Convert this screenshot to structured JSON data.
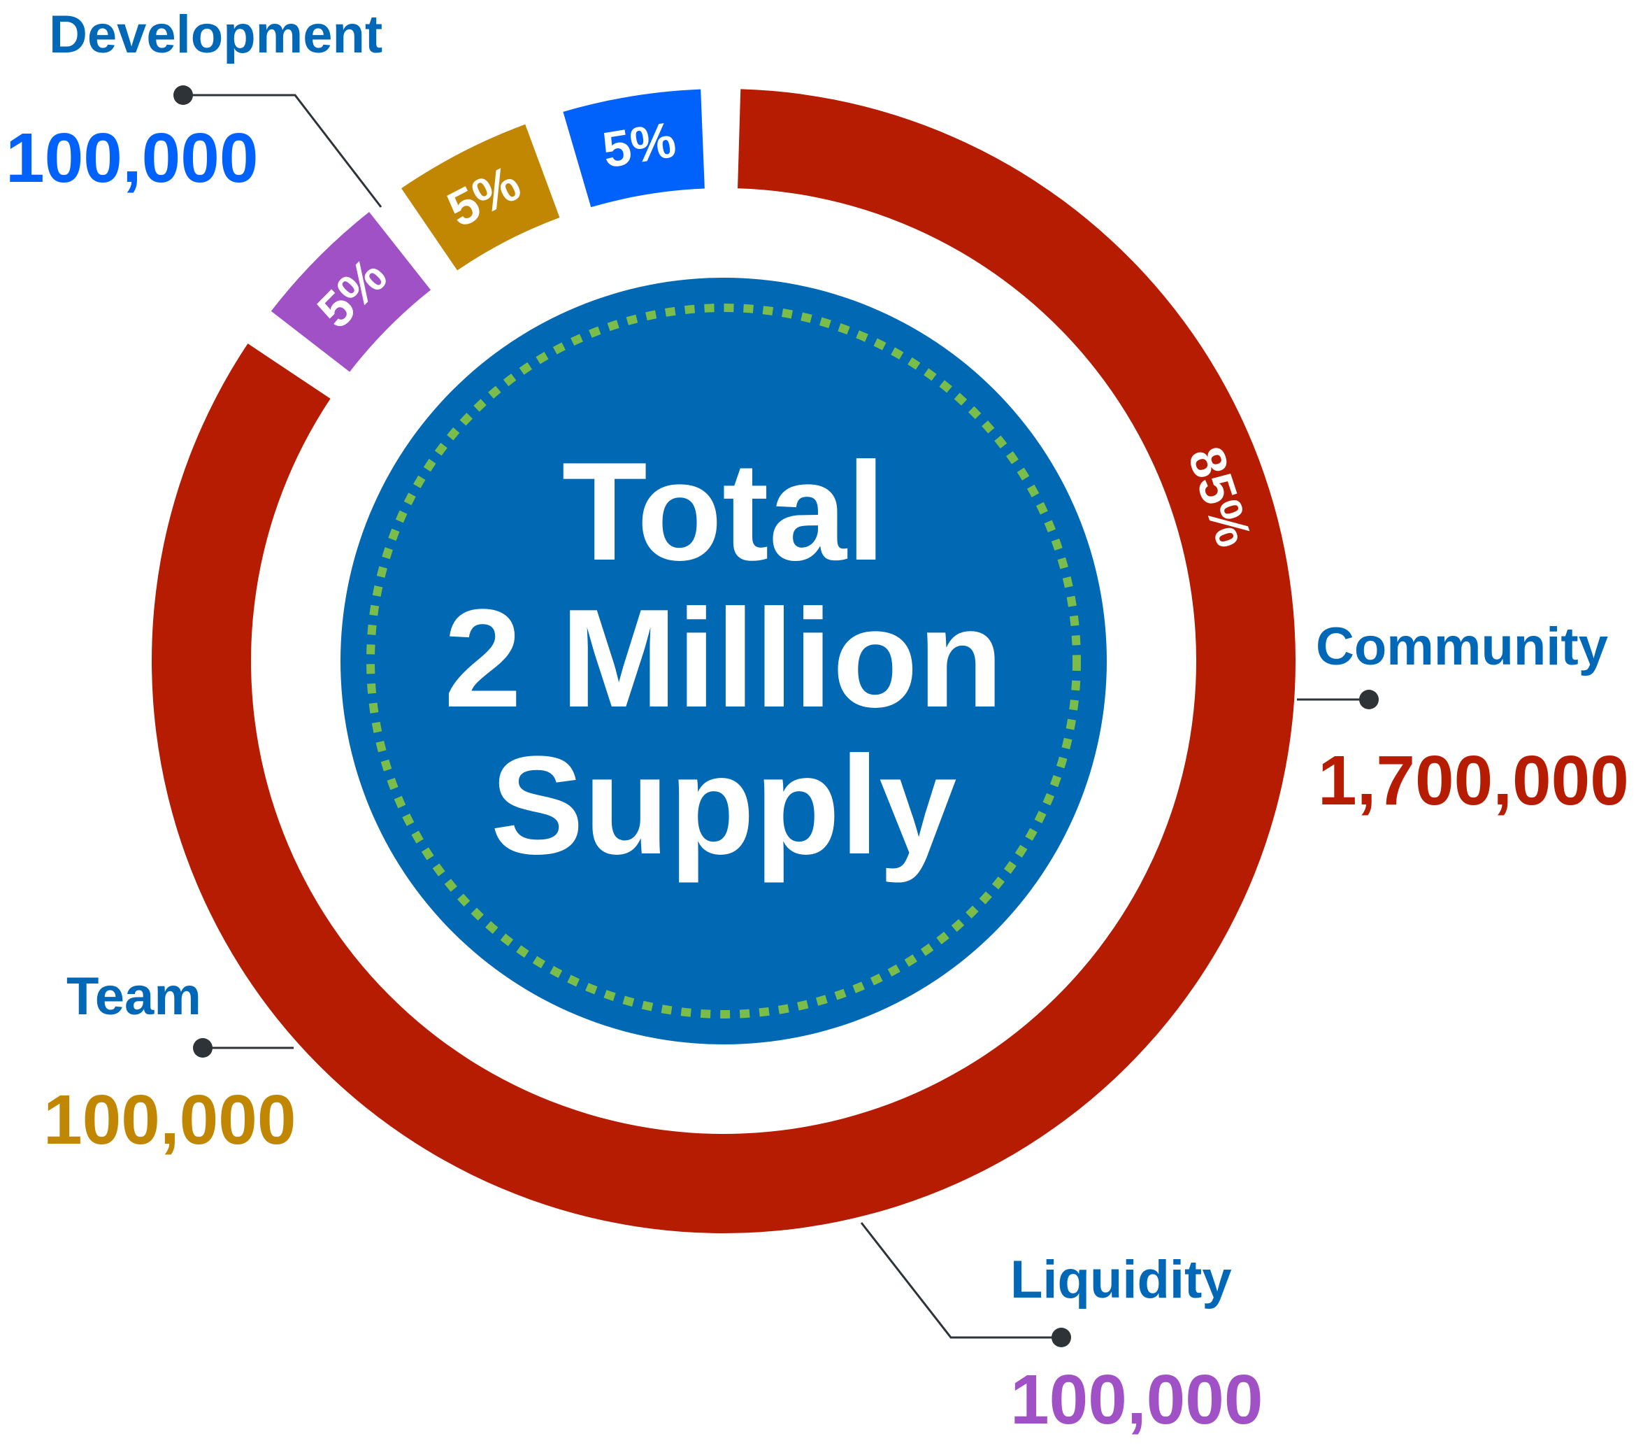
{
  "center": {
    "lines": [
      "Total",
      "2 Million",
      "Supply"
    ]
  },
  "chart_data": {
    "type": "pie",
    "categories": [
      "Community",
      "Liquidity",
      "Team",
      "Development"
    ],
    "values": [
      1700000,
      100000,
      100000,
      100000
    ],
    "percent_labels": [
      "85%",
      "5%",
      "5%",
      "5%"
    ],
    "value_labels": [
      "1,700,000",
      "100,000",
      "100,000",
      "100,000"
    ],
    "colors": {
      "Community": "#b51c02",
      "Liquidity": "#a151c6",
      "Team": "#c28702",
      "Development": "#0161fb"
    },
    "name_label_color": "#0168b8",
    "center_fill": "#0168b4",
    "dotted_ring_color": "#7bbd4a",
    "connector_color": "#2e3338"
  }
}
